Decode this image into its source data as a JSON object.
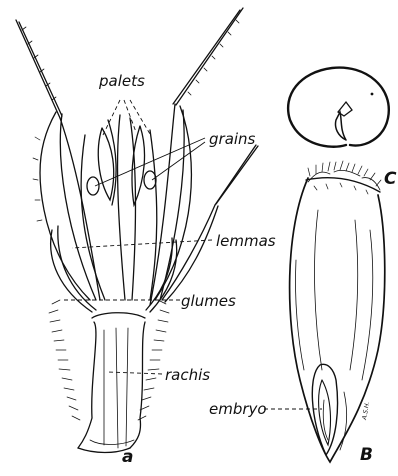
{
  "figure": {
    "labels": {
      "palets": "palets",
      "grains": "grains",
      "lemmas": "lemmas",
      "glumes": "glumes",
      "rachis": "rachis",
      "embryo": "embryo"
    },
    "panel_letters": {
      "a": "a",
      "b": "B",
      "c": "C"
    },
    "signature": "A.S.H."
  },
  "colors": {
    "ink": "#111111",
    "paper": "#ffffff"
  }
}
